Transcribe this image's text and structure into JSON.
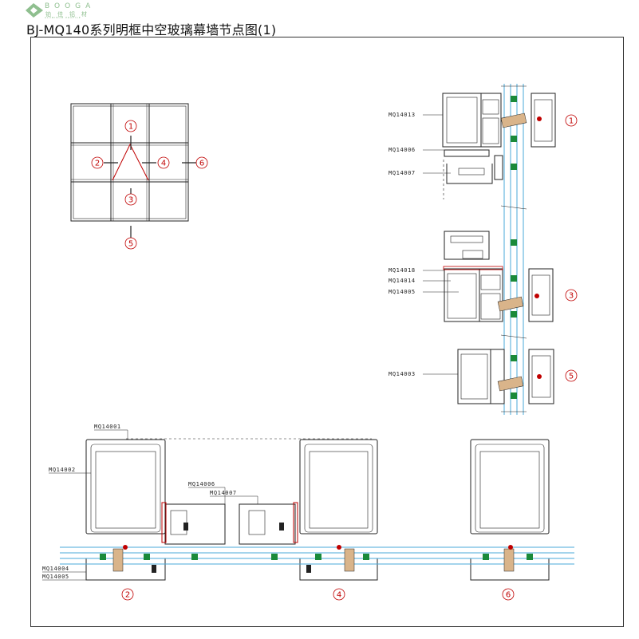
{
  "logo": {
    "wordmark": "BOOGA",
    "chinese": "铂佳铝材",
    "subtitle": "ALUMINUM PROFILE",
    "color": "#8fbf8f"
  },
  "title": "BJ-MQ140系列明框中空玻璃幕墙节点图(1)",
  "elevation": {
    "markers": [
      "1",
      "2",
      "3",
      "4",
      "5",
      "6"
    ]
  },
  "vertical_section": {
    "profiles": [
      "MQ14013",
      "MQ14006",
      "MQ14007",
      "MQ14018",
      "MQ14014",
      "MQ14005",
      "MQ14003"
    ],
    "node_markers": [
      "1",
      "3",
      "5"
    ]
  },
  "horizontal_section": {
    "profiles": [
      "MQ14001",
      "MQ14002",
      "MQ14006",
      "MQ14007",
      "MQ14004",
      "MQ14005"
    ],
    "node_markers": [
      "2",
      "4",
      "6"
    ]
  },
  "colors": {
    "marker": "#c00000",
    "glass": "#4aa8d8",
    "seal_green": "#1a8a3a",
    "insulation": "#d9b48a",
    "line": "#222222"
  }
}
